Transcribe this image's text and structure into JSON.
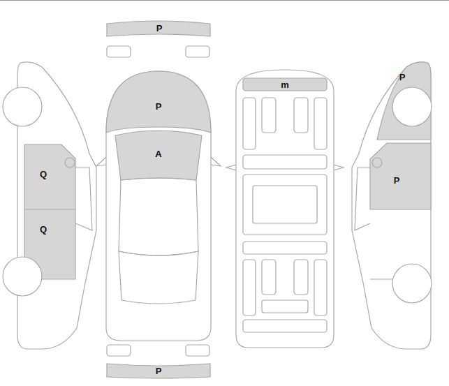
{
  "diagram": {
    "labels": [
      "P",
      "P",
      "m",
      "P",
      "A",
      "Q",
      "P",
      "Q",
      "P"
    ]
  }
}
